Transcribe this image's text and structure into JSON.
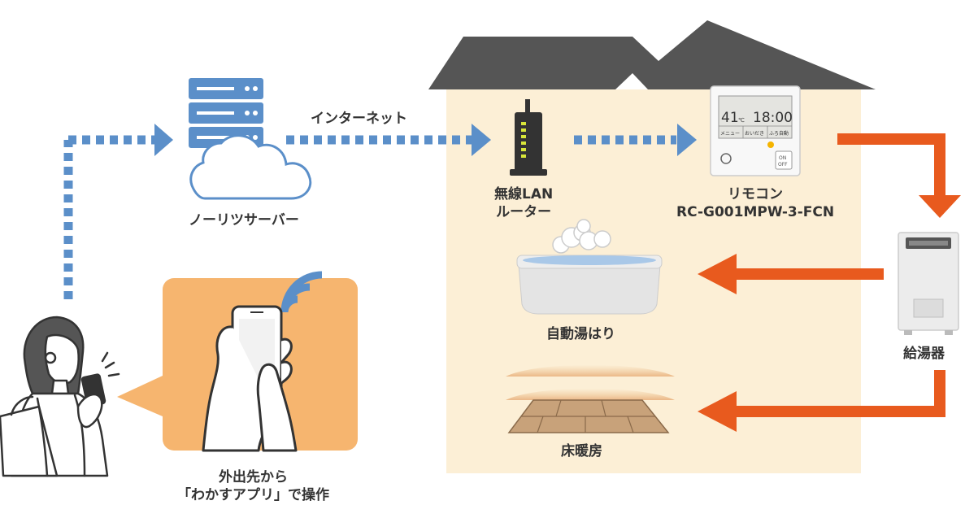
{
  "labels": {
    "internet": "インターネット",
    "server": "ノーリツサーバー",
    "router_line1": "無線LAN",
    "router_line2": "ルーター",
    "remote_line1": "リモコン",
    "remote_line2": "RC-G001MPW-3-FCN",
    "bath": "自動湯はり",
    "floor_heating": "床暖房",
    "water_heater": "給湯器",
    "caption_line1": "外出先から",
    "caption_line2": "「わかすアプリ」で操作"
  },
  "remote_screen": {
    "temperature": "41",
    "unit": "℃",
    "time": "18:00",
    "buttons": [
      "メニュー",
      "おいだき",
      "ふろ自動"
    ],
    "power_on": "ON",
    "power_off": "OFF"
  },
  "colors": {
    "house_wall": "#fcefd6",
    "roof": "#555555",
    "network_link": "#5b8fc9",
    "hot_water_flow": "#e85a1e",
    "app_panel": "#f6b56f",
    "floor_wood": "#c8a27a"
  }
}
